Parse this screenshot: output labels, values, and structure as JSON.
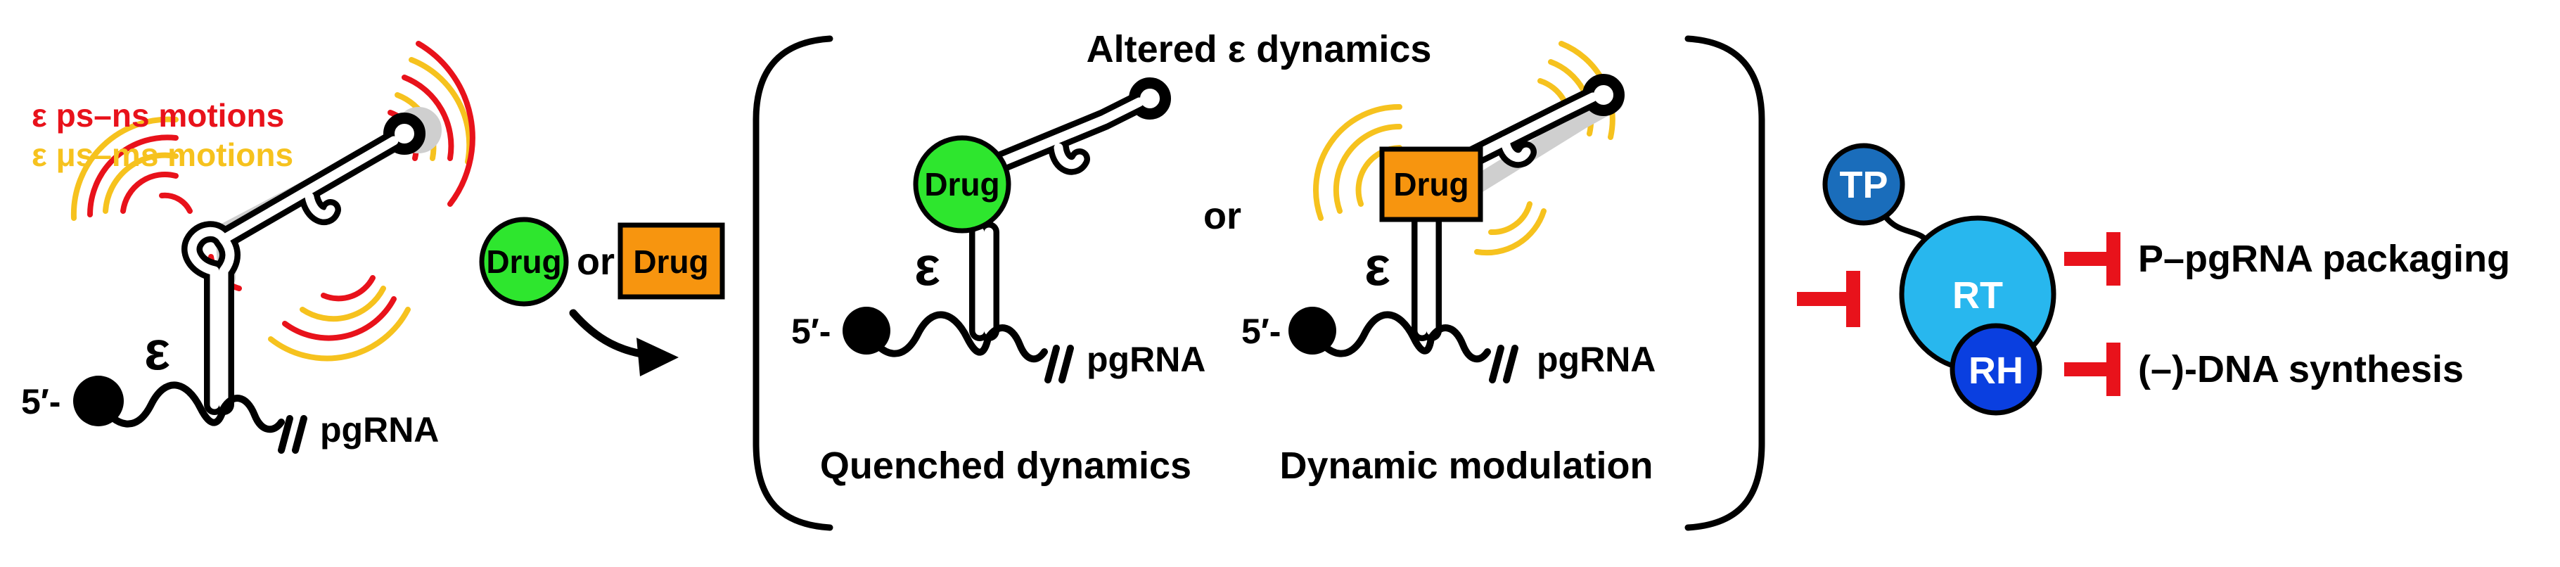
{
  "colors": {
    "ps_ns": "#e8121b",
    "us_ms": "#f6c21e",
    "drug_green": "#2ee62e",
    "drug_orange": "#f7950f",
    "tp": "#1a6dbb",
    "rt": "#28b7ee",
    "rh": "#0a3fe0",
    "inhibit": "#e8121b"
  },
  "panel_left": {
    "motion_ps_ns": "ε ps–ns motions",
    "motion_us_ms": "ε μs–ms motions",
    "epsilon": "ε",
    "five_prime": "5′-",
    "rna_label": "pgRNA"
  },
  "drugs": {
    "drug_round": "Drug",
    "or": "or",
    "drug_square": "Drug"
  },
  "panel_middle": {
    "title": "Altered ε dynamics",
    "or": "or",
    "left": {
      "drug": "Drug",
      "epsilon": "ε",
      "five_prime": "5′-",
      "rna_label": "pgRNA",
      "caption": "Quenched dynamics"
    },
    "right": {
      "drug": "Drug",
      "epsilon": "ε",
      "five_prime": "5′-",
      "rna_label": "pgRNA",
      "caption": "Dynamic modulation"
    }
  },
  "polymerase": {
    "tp": "TP",
    "rt": "RT",
    "rh": "RH",
    "outcome_1": "P–pgRNA packaging",
    "outcome_2": "(–)-DNA synthesis"
  }
}
